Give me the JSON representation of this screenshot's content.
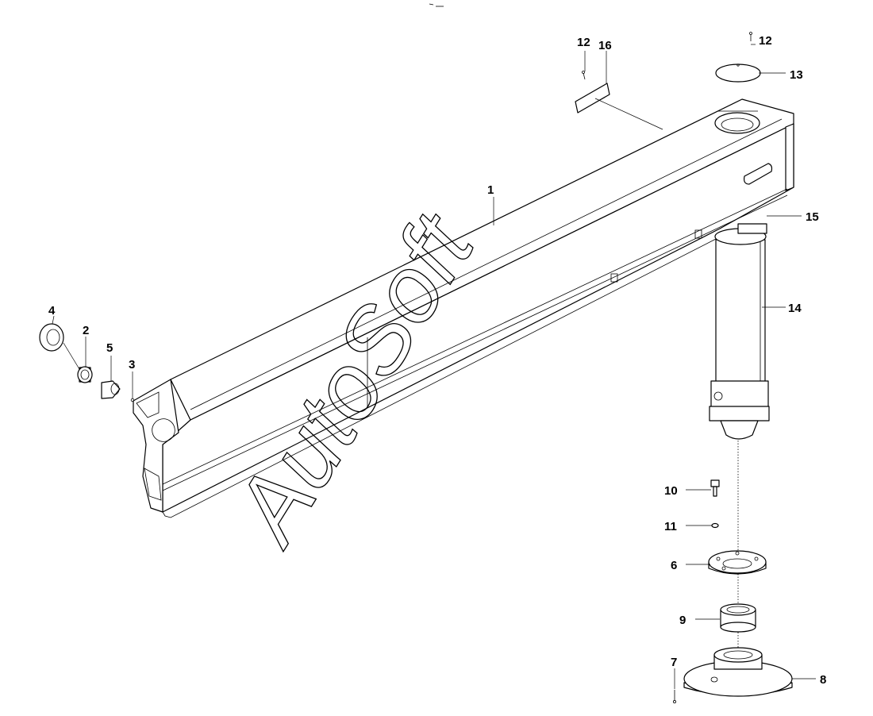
{
  "watermark": "AutoSoft",
  "callouts": [
    {
      "id": "c1",
      "number": "1"
    },
    {
      "id": "c2",
      "number": "2"
    },
    {
      "id": "c3",
      "number": "3"
    },
    {
      "id": "c4",
      "number": "4"
    },
    {
      "id": "c5",
      "number": "5"
    },
    {
      "id": "c6",
      "number": "6"
    },
    {
      "id": "c7",
      "number": "7"
    },
    {
      "id": "c8",
      "number": "8"
    },
    {
      "id": "c9",
      "number": "9"
    },
    {
      "id": "c10",
      "number": "10"
    },
    {
      "id": "c11",
      "number": "11"
    },
    {
      "id": "c12a",
      "number": "12"
    },
    {
      "id": "c12b",
      "number": "12"
    },
    {
      "id": "c13",
      "number": "13"
    },
    {
      "id": "c14",
      "number": "14"
    },
    {
      "id": "c15",
      "number": "15"
    },
    {
      "id": "c16",
      "number": "16"
    }
  ]
}
